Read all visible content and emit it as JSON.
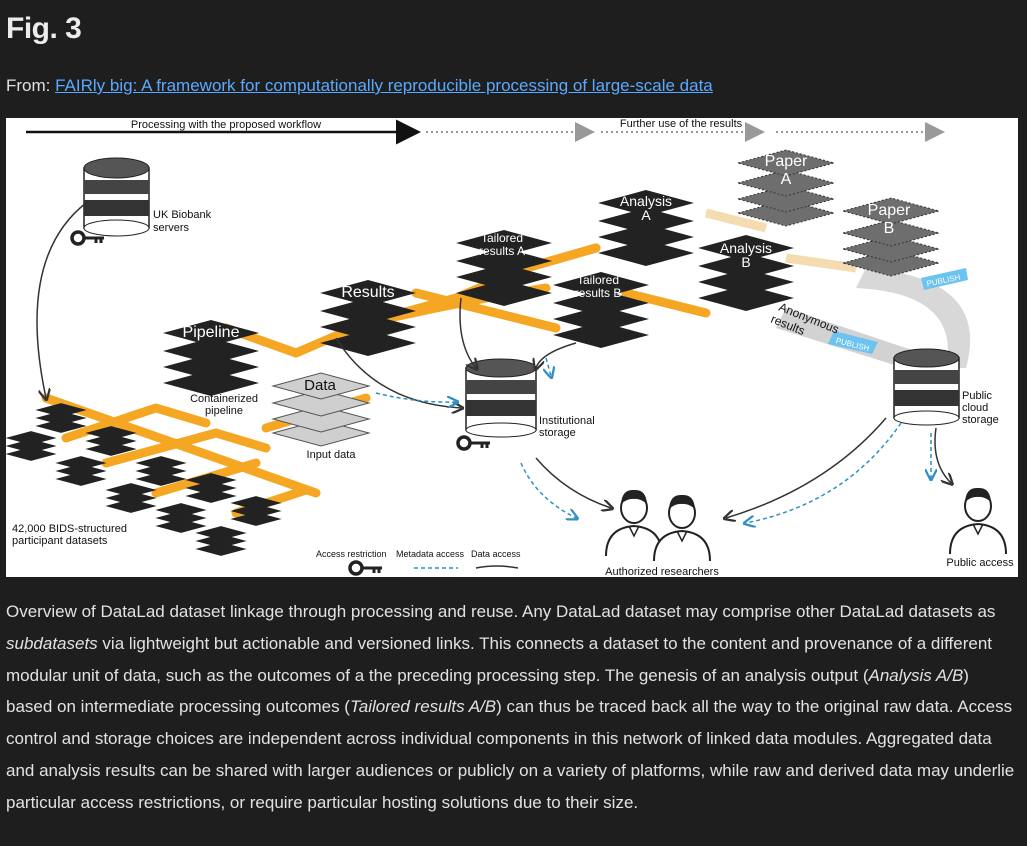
{
  "header": {
    "fig_label": "Fig. 3",
    "from_prefix": "From: ",
    "article_link": "FAIRly big: A framework for computationally reproducible processing of large-scale data"
  },
  "figure": {
    "processing_label": "Processing with the proposed workflow",
    "further_use_label": "Further use of the results",
    "uk_biobank_line1": "UK Biobank",
    "uk_biobank_line2": "servers",
    "pipeline_label": "Pipeline",
    "containerized_line1": "Containerized",
    "containerized_line2": "pipeline",
    "data_label": "Data",
    "input_data_label": "Input data",
    "results_label": "Results",
    "tailored_a_line1": "Tailored",
    "tailored_a_line2": "results A",
    "tailored_b_line1": "Tailored",
    "tailored_b_line2": "results B",
    "analysis_a_line1": "Analysis",
    "analysis_a_line2": "A",
    "analysis_b_line1": "Analysis",
    "analysis_b_line2": "B",
    "paper_a_line1": "Paper",
    "paper_a_line2": "A",
    "paper_b_line1": "Paper",
    "paper_b_line2": "B",
    "anonymous_line1": "Anonymous",
    "anonymous_line2": "results",
    "publish_label_1": "PUBLISH",
    "publish_label_2": "PUBLISH",
    "institutional_line1": "Institutional",
    "institutional_line2": "storage",
    "public_cloud_line1": "Public",
    "public_cloud_line2": "cloud",
    "public_cloud_line3": "storage",
    "participants_line1": "42,000 BIDS-structured",
    "participants_line2": "participant datasets",
    "legend_access": "Access restriction",
    "legend_metadata": "Metadata access",
    "legend_data": "Data access",
    "authorized_label": "Authorized researchers",
    "public_access_label": "Public access"
  },
  "caption": {
    "p1": "Overview of DataLad dataset linkage through processing and reuse. Any DataLad dataset may comprise other DataLad datasets as ",
    "sub": "subdatasets",
    "p2": " via lightweight but actionable and versioned links. This connects a dataset to the content and provenance of a different modular unit of data, such as the outcomes of a the preceding processing step. The genesis of an analysis output (",
    "analysis_ab": "Analysis A/B",
    "p3": ") based on intermediate processing outcomes (",
    "tailored_ab": "Tailored results A/B",
    "p4": ") can thus be traced back all the way to the original raw data. Access control and storage choices are independent across individual components in this network of linked data modules. Aggregated data and analysis results can be shared with larger audiences or publicly on a variety of platforms, while raw and derived data may underlie particular access restrictions, or require particular hosting solutions due to their size."
  },
  "colors": {
    "page_bg": "#1e1e1e",
    "link": "#5aa9ff",
    "orange_link": "#f5a623",
    "publish_blue": "#6cc3f0",
    "layer_dark": "#2b2b2b",
    "layer_gray": "#cfcfcf",
    "paper_gray": "#6e6e6e",
    "metadata_arrow": "#2f8fc4"
  },
  "icons": [
    "key-icon",
    "database-icon",
    "person-icon",
    "arrow-icon"
  ]
}
